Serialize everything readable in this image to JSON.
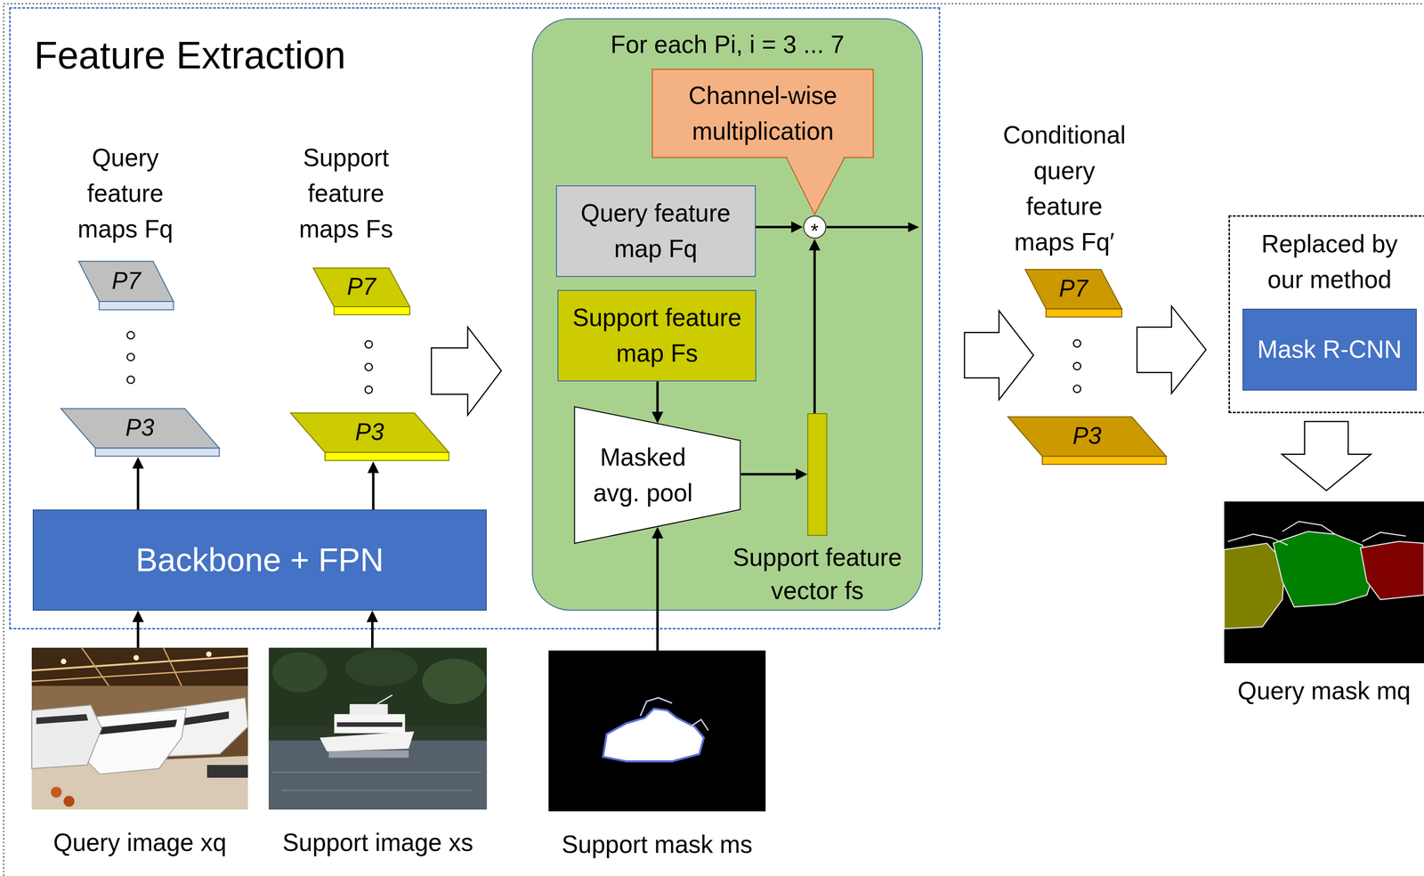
{
  "diagram": {
    "nodes": [
      {
        "text": [
          "Feature Extraction"
        ]
      },
      {
        "text": [
          "P7"
        ],
        "in": 0
      },
      {
        "text": [
          "P3"
        ],
        "in": 0
      },
      {
        "text": [
          "P7"
        ],
        "in": 0
      },
      {
        "text": [
          "P3"
        ],
        "in": 0
      },
      {
        "text": [
          "For each Pi, i = 3 ... 7"
        ],
        "in": 0
      },
      {
        "text": [
          "Channel-wise multiplication"
        ],
        "in": 5
      },
      {
        "text": [
          "Query feature map Fq"
        ],
        "in": 5
      },
      {
        "text": [
          "*"
        ],
        "in": 5
      },
      {
        "text": [
          "Support feature map Fs"
        ],
        "in": 5
      },
      {
        "text": [
          "Masked avg. pool"
        ],
        "in": 5
      },
      {
        "text": [
          "Support feature vector fs"
        ],
        "in": 5
      },
      {
        "text": [
          "Backbone + FPN"
        ],
        "in": 0
      },
      {
        "text": [
          "P7"
        ]
      },
      {
        "text": [
          "P3"
        ]
      },
      {
        "text": [
          "Replaced by our method"
        ]
      },
      {
        "text": [
          "Mask R-CNN"
        ],
        "in": 15
      },
      {
        "text": [
          "Query image xq"
        ]
      },
      {
        "text": [
          "Support image xs"
        ]
      },
      {
        "text": [
          "Support mask ms"
        ]
      },
      {
        "text": [
          "Query mask mq"
        ]
      }
    ],
    "edges": [
      {
        "from": 17,
        "to": 12,
        "arrow": "to"
      },
      {
        "from": 18,
        "to": 12,
        "arrow": "to"
      },
      {
        "from": 12,
        "to": 2,
        "arrow": "to"
      },
      {
        "from": 12,
        "to": 4,
        "arrow": "to"
      },
      {
        "from": 7,
        "to": 8,
        "arrow": "to"
      },
      {
        "from": 9,
        "to": 10,
        "arrow": "to"
      },
      {
        "from": 19,
        "to": 10,
        "arrow": "to"
      },
      {
        "from": 10,
        "to": 11,
        "arrow": "to"
      },
      {
        "from": 11,
        "to": 8,
        "arrow": "to"
      },
      {
        "from": 15,
        "to": 20,
        "arrow": "to"
      }
    ],
    "labels": [
      "Query feature maps Fq",
      "Support feature maps Fs",
      "Conditional query feature maps Fq′"
    ]
  }
}
